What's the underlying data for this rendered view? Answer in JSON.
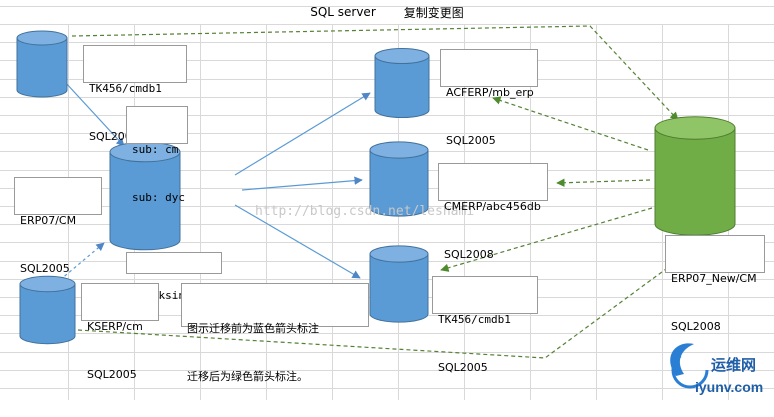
{
  "title": {
    "left": "SQL server",
    "right": "复制变更图"
  },
  "colors": {
    "blue_db": "#5b9bd5",
    "blue_db_top": "#7eb1e1",
    "green_db": "#70ad47",
    "green_db_top": "#8fc566",
    "arrow_blue": "#5b9bd5",
    "arrow_green": "#548235",
    "grid": "#d9d9d9"
  },
  "labels": {
    "tk456_src": [
      "TK456/cmdb1",
      "SQL2005"
    ],
    "sub_cm": [
      "sub: cm",
      "sub: dyc"
    ],
    "erp07_cm": [
      "ERP07/CM",
      "SQL2005"
    ],
    "sub_ksinv": [
      "sub:ksinv"
    ],
    "kserp_cm": [
      "KSERP/cm",
      "SQL2005"
    ],
    "note": [
      "图示迁移前为蓝色箭头标注",
      "迁移后为绿色箭头标注。"
    ],
    "acferp": [
      "ACFERP/mb_erp",
      "SQL2005"
    ],
    "cmerp": [
      "CMERP/abc456db",
      "SQL2008"
    ],
    "tk456_dst": [
      "TK456/cmdb1",
      "SQL2005"
    ],
    "erp07_new": [
      "ERP07_New/CM",
      "SQL2008"
    ]
  },
  "watermark": "http://blog.csdn.net/leshami",
  "logo": {
    "name": "运维网",
    "url": "iyunv.com"
  }
}
